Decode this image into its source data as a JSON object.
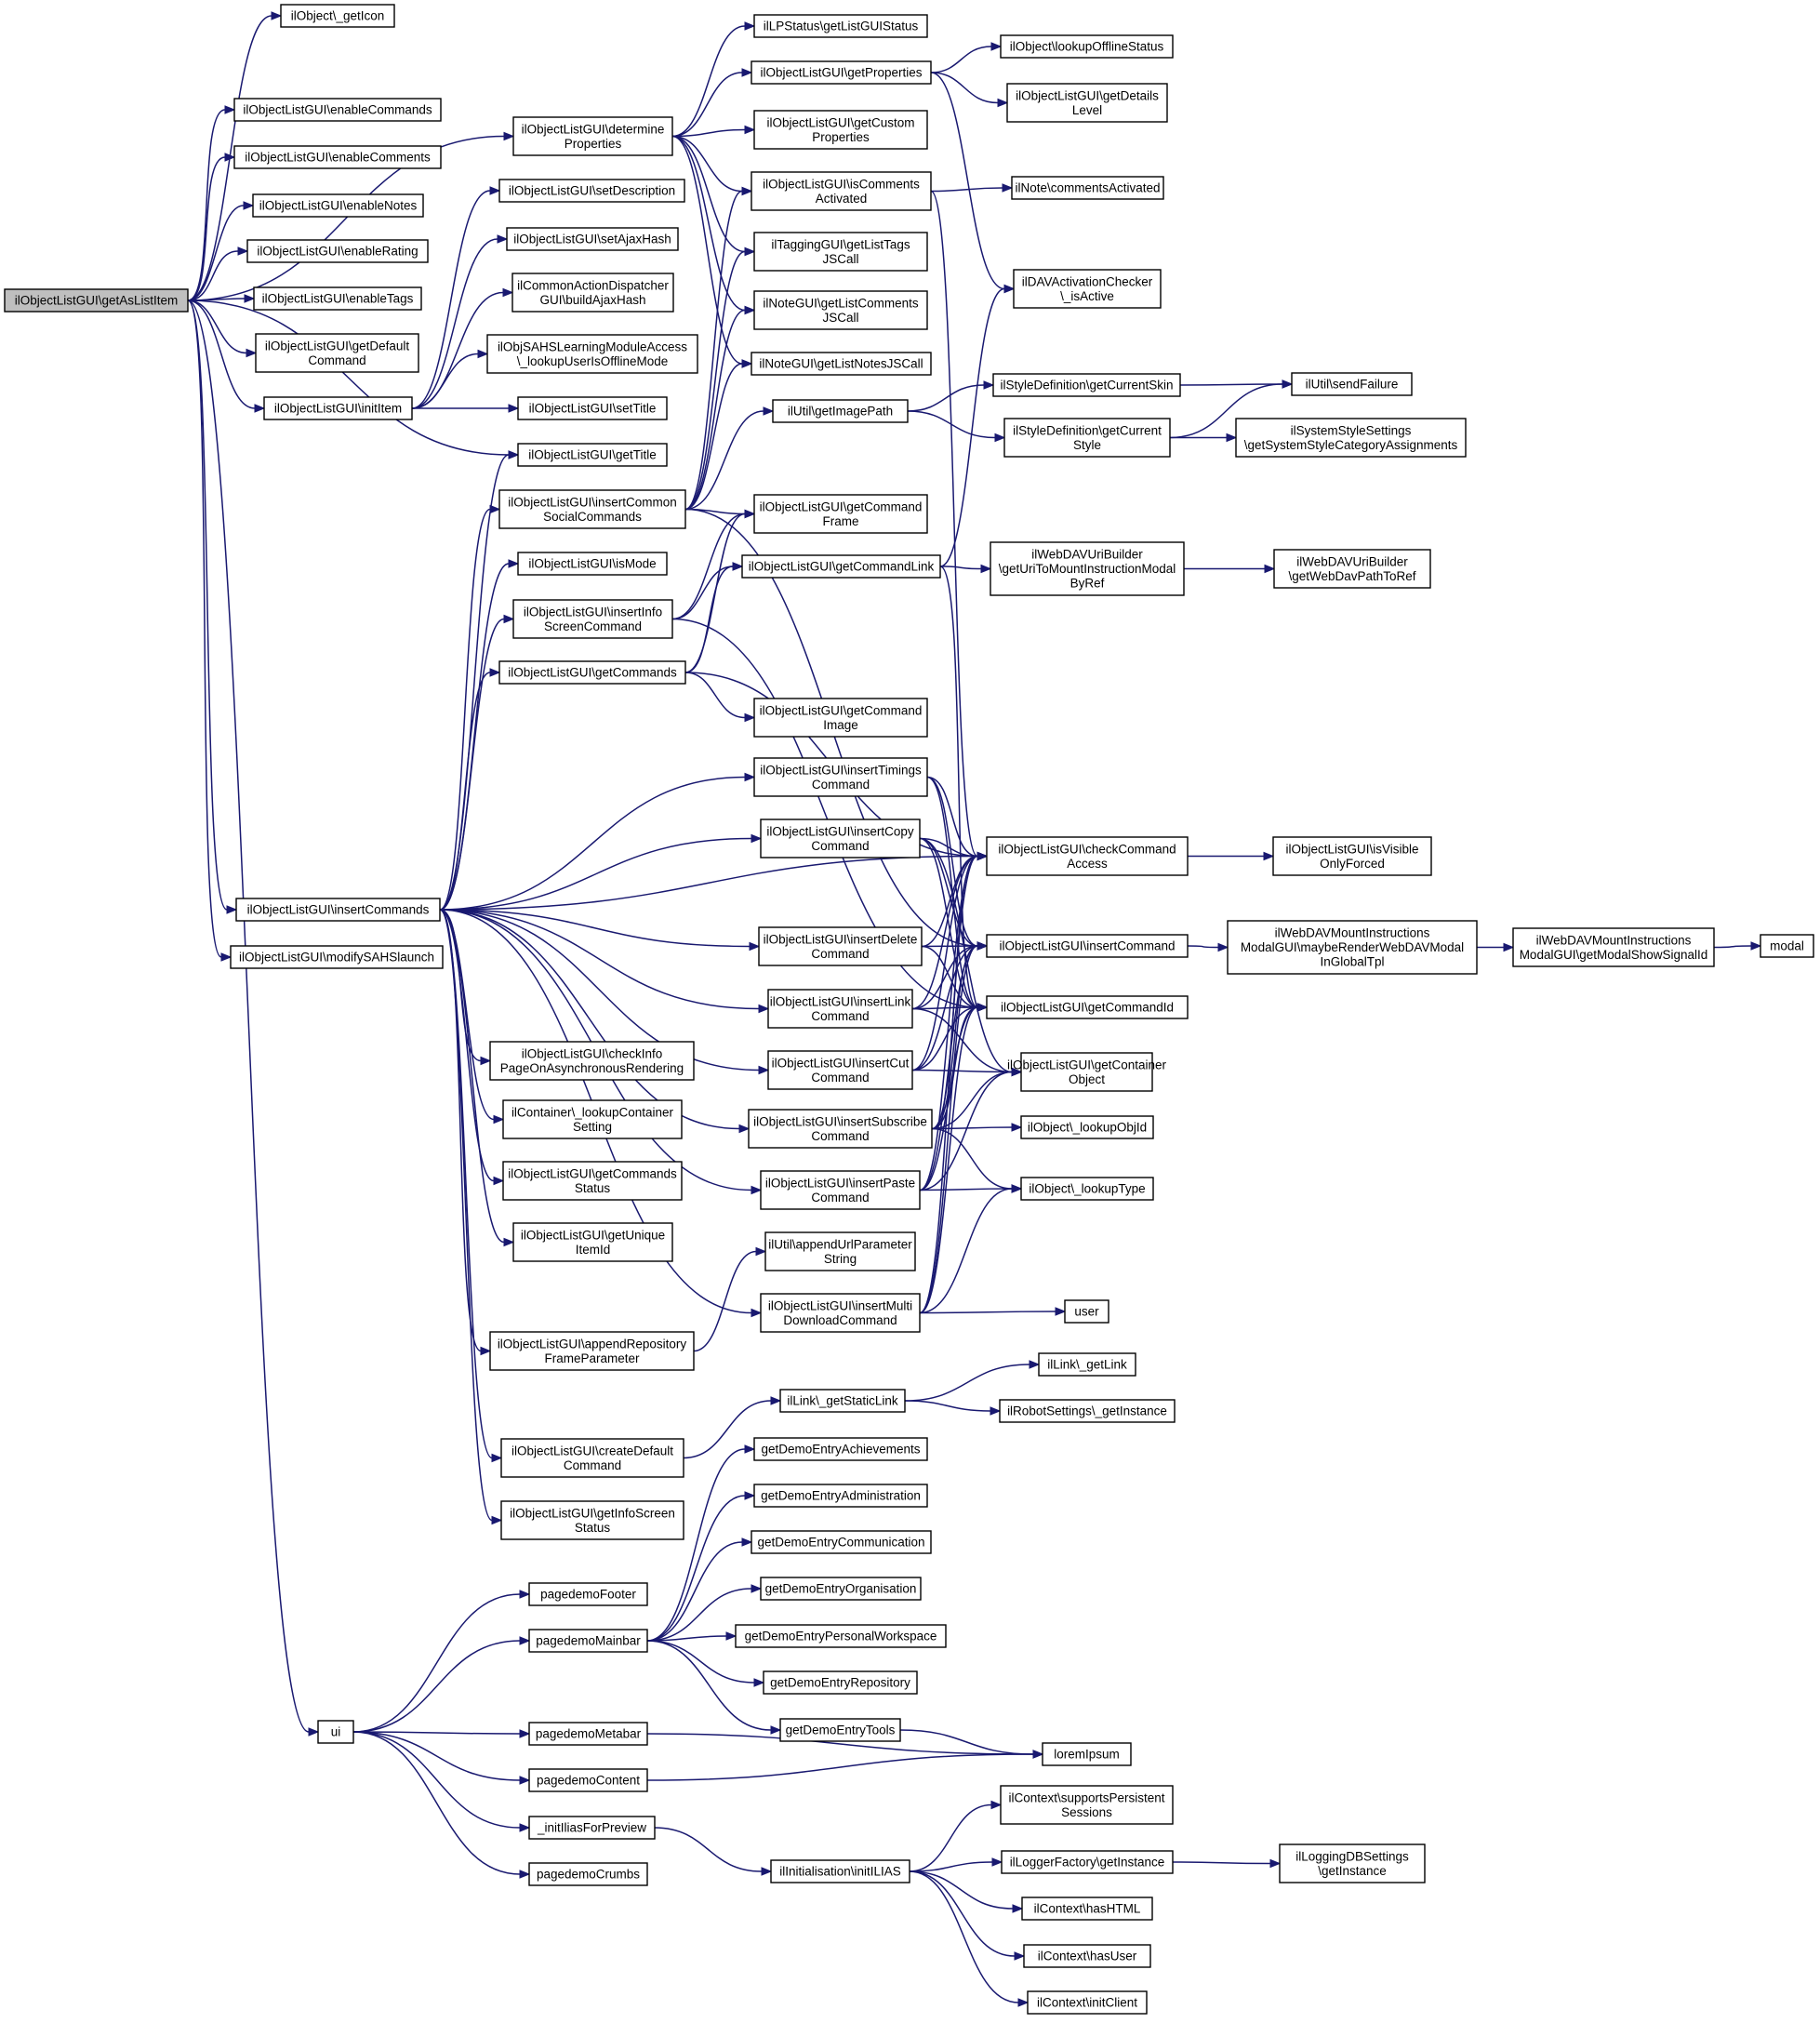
{
  "nodes": [
    {
      "id": "n0",
      "lines": [
        "ilObjectListGUI\\getAsListItem"
      ],
      "root": true
    },
    {
      "id": "n1",
      "lines": [
        "ilObject\\_getIcon"
      ]
    },
    {
      "id": "n2",
      "lines": [
        "ilObjectListGUI\\enableCommands"
      ]
    },
    {
      "id": "n3",
      "lines": [
        "ilObjectListGUI\\enableComments"
      ]
    },
    {
      "id": "n4",
      "lines": [
        "ilObjectListGUI\\enableNotes"
      ]
    },
    {
      "id": "n5",
      "lines": [
        "ilObjectListGUI\\enableRating"
      ]
    },
    {
      "id": "n6",
      "lines": [
        "ilObjectListGUI\\enableTags"
      ]
    },
    {
      "id": "n7",
      "lines": [
        "ilObjectListGUI\\getDefault",
        "Command"
      ]
    },
    {
      "id": "n8",
      "lines": [
        "ilObjectListGUI\\initItem"
      ]
    },
    {
      "id": "n9",
      "lines": [
        "ilObjectListGUI\\insertCommands"
      ]
    },
    {
      "id": "n10",
      "lines": [
        "ilObjectListGUI\\modifySAHSlaunch"
      ]
    },
    {
      "id": "n11",
      "lines": [
        "ui"
      ]
    },
    {
      "id": "n12",
      "lines": [
        "ilObjectListGUI\\determine",
        "Properties"
      ]
    },
    {
      "id": "n13",
      "lines": [
        "ilObjectListGUI\\setDescription"
      ]
    },
    {
      "id": "n14",
      "lines": [
        "ilObjectListGUI\\setAjaxHash"
      ]
    },
    {
      "id": "n15",
      "lines": [
        "ilCommonActionDispatcher",
        "GUI\\buildAjaxHash"
      ]
    },
    {
      "id": "n16",
      "lines": [
        "ilObjSAHSLearningModuleAccess",
        "\\_lookupUserIsOfflineMode"
      ]
    },
    {
      "id": "n17",
      "lines": [
        "ilObjectListGUI\\setTitle"
      ]
    },
    {
      "id": "n18",
      "lines": [
        "ilObjectListGUI\\getTitle"
      ]
    },
    {
      "id": "n19",
      "lines": [
        "ilObjectListGUI\\insertCommon",
        "SocialCommands"
      ]
    },
    {
      "id": "n20",
      "lines": [
        "ilObjectListGUI\\isMode"
      ]
    },
    {
      "id": "n21",
      "lines": [
        "ilObjectListGUI\\insertInfo",
        "ScreenCommand"
      ]
    },
    {
      "id": "n22",
      "lines": [
        "ilObjectListGUI\\getCommands"
      ]
    },
    {
      "id": "n23",
      "lines": [
        "ilObjectListGUI\\checkInfo",
        "PageOnAsynchronousRendering"
      ]
    },
    {
      "id": "n24",
      "lines": [
        "ilContainer\\_lookupContainer",
        "Setting"
      ]
    },
    {
      "id": "n25",
      "lines": [
        "ilObjectListGUI\\getCommands",
        "Status"
      ]
    },
    {
      "id": "n26",
      "lines": [
        "ilObjectListGUI\\getUnique",
        "ItemId"
      ]
    },
    {
      "id": "n27",
      "lines": [
        "ilObjectListGUI\\appendRepository",
        "FrameParameter"
      ]
    },
    {
      "id": "n28",
      "lines": [
        "ilObjectListGUI\\createDefault",
        "Command"
      ]
    },
    {
      "id": "n29",
      "lines": [
        "ilObjectListGUI\\getInfoScreen",
        "Status"
      ]
    },
    {
      "id": "n30",
      "lines": [
        "pagedemoFooter"
      ]
    },
    {
      "id": "n31",
      "lines": [
        "pagedemoMainbar"
      ]
    },
    {
      "id": "n32",
      "lines": [
        "pagedemoMetabar"
      ]
    },
    {
      "id": "n33",
      "lines": [
        "pagedemoContent"
      ]
    },
    {
      "id": "n34",
      "lines": [
        "_initIliasForPreview"
      ]
    },
    {
      "id": "n35",
      "lines": [
        "pagedemoCrumbs"
      ]
    },
    {
      "id": "n36",
      "lines": [
        "ilLPStatus\\getListGUIStatus"
      ]
    },
    {
      "id": "n37",
      "lines": [
        "ilObjectListGUI\\getProperties"
      ]
    },
    {
      "id": "n38",
      "lines": [
        "ilObjectListGUI\\getCustom",
        "Properties"
      ]
    },
    {
      "id": "n39",
      "lines": [
        "ilObjectListGUI\\isComments",
        "Activated"
      ]
    },
    {
      "id": "n40",
      "lines": [
        "ilTaggingGUI\\getListTags",
        "JSCall"
      ]
    },
    {
      "id": "n41",
      "lines": [
        "ilNoteGUI\\getListComments",
        "JSCall"
      ]
    },
    {
      "id": "n42",
      "lines": [
        "ilNoteGUI\\getListNotesJSCall"
      ]
    },
    {
      "id": "n43",
      "lines": [
        "ilUtil\\getImagePath"
      ]
    },
    {
      "id": "n44",
      "lines": [
        "ilObjectListGUI\\getCommand",
        "Frame"
      ]
    },
    {
      "id": "n45",
      "lines": [
        "ilObjectListGUI\\getCommandLink"
      ]
    },
    {
      "id": "n46",
      "lines": [
        "ilObjectListGUI\\getCommand",
        "Image"
      ]
    },
    {
      "id": "n47",
      "lines": [
        "ilObjectListGUI\\insertTimings",
        "Command"
      ]
    },
    {
      "id": "n48",
      "lines": [
        "ilObjectListGUI\\insertCopy",
        "Command"
      ]
    },
    {
      "id": "n49",
      "lines": [
        "ilObjectListGUI\\insertDelete",
        "Command"
      ]
    },
    {
      "id": "n50",
      "lines": [
        "ilObjectListGUI\\insertLink",
        "Command"
      ]
    },
    {
      "id": "n51",
      "lines": [
        "ilObjectListGUI\\insertCut",
        "Command"
      ]
    },
    {
      "id": "n52",
      "lines": [
        "ilObjectListGUI\\insertSubscribe",
        "Command"
      ]
    },
    {
      "id": "n53",
      "lines": [
        "ilObjectListGUI\\insertPaste",
        "Command"
      ]
    },
    {
      "id": "n54",
      "lines": [
        "ilUtil\\appendUrlParameter",
        "String"
      ]
    },
    {
      "id": "n55",
      "lines": [
        "ilObjectListGUI\\insertMulti",
        "DownloadCommand"
      ]
    },
    {
      "id": "n56",
      "lines": [
        "ilLink\\_getStaticLink"
      ]
    },
    {
      "id": "n57",
      "lines": [
        "getDemoEntryAchievements"
      ]
    },
    {
      "id": "n58",
      "lines": [
        "getDemoEntryAdministration"
      ]
    },
    {
      "id": "n59",
      "lines": [
        "getDemoEntryCommunication"
      ]
    },
    {
      "id": "n60",
      "lines": [
        "getDemoEntryOrganisation"
      ]
    },
    {
      "id": "n61",
      "lines": [
        "getDemoEntryPersonalWorkspace"
      ]
    },
    {
      "id": "n62",
      "lines": [
        "getDemoEntryRepository"
      ]
    },
    {
      "id": "n63",
      "lines": [
        "getDemoEntryTools"
      ]
    },
    {
      "id": "n64",
      "lines": [
        "ilInitialisation\\initILIAS"
      ]
    },
    {
      "id": "n65",
      "lines": [
        "ilObject\\lookupOfflineStatus"
      ]
    },
    {
      "id": "n66",
      "lines": [
        "ilObjectListGUI\\getDetails",
        "Level"
      ]
    },
    {
      "id": "n67",
      "lines": [
        "ilNote\\commentsActivated"
      ]
    },
    {
      "id": "n68",
      "lines": [
        "ilDAVActivationChecker",
        "\\_isActive"
      ]
    },
    {
      "id": "n69",
      "lines": [
        "ilStyleDefinition\\getCurrentSkin"
      ]
    },
    {
      "id": "n70",
      "lines": [
        "ilStyleDefinition\\getCurrent",
        "Style"
      ]
    },
    {
      "id": "n71",
      "lines": [
        "ilWebDAVUriBuilder",
        "\\getUriToMountInstructionModal",
        "ByRef"
      ]
    },
    {
      "id": "n72",
      "lines": [
        "ilObjectListGUI\\checkCommand",
        "Access"
      ]
    },
    {
      "id": "n73",
      "lines": [
        "ilObjectListGUI\\insertCommand"
      ]
    },
    {
      "id": "n74",
      "lines": [
        "ilObjectListGUI\\getCommandId"
      ]
    },
    {
      "id": "n75",
      "lines": [
        "ilObjectListGUI\\getContainer",
        "Object"
      ]
    },
    {
      "id": "n76",
      "lines": [
        "ilObject\\_lookupObjId"
      ]
    },
    {
      "id": "n77",
      "lines": [
        "ilObject\\_lookupType"
      ]
    },
    {
      "id": "n78",
      "lines": [
        "user"
      ]
    },
    {
      "id": "n79",
      "lines": [
        "ilLink\\_getLink"
      ]
    },
    {
      "id": "n80",
      "lines": [
        "ilRobotSettings\\_getInstance"
      ]
    },
    {
      "id": "n81",
      "lines": [
        "loremIpsum"
      ]
    },
    {
      "id": "n82",
      "lines": [
        "ilContext\\supportsPersistent",
        "Sessions"
      ]
    },
    {
      "id": "n83",
      "lines": [
        "ilLoggerFactory\\getInstance"
      ]
    },
    {
      "id": "n84",
      "lines": [
        "ilContext\\hasHTML"
      ]
    },
    {
      "id": "n85",
      "lines": [
        "ilContext\\hasUser"
      ]
    },
    {
      "id": "n86",
      "lines": [
        "ilContext\\initClient"
      ]
    },
    {
      "id": "n87",
      "lines": [
        "ilUtil\\sendFailure"
      ]
    },
    {
      "id": "n88",
      "lines": [
        "ilSystemStyleSettings",
        "\\getSystemStyleCategoryAssignments"
      ]
    },
    {
      "id": "n89",
      "lines": [
        "ilWebDAVUriBuilder",
        "\\getWebDavPathToRef"
      ]
    },
    {
      "id": "n90",
      "lines": [
        "ilObjectListGUI\\isVisible",
        "OnlyForced"
      ]
    },
    {
      "id": "n91",
      "lines": [
        "ilWebDAVMountInstructions",
        "ModalGUI\\maybeRenderWebDAVModal",
        "InGlobalTpl"
      ]
    },
    {
      "id": "n92",
      "lines": [
        "ilLoggingDBSettings",
        "\\getInstance"
      ]
    },
    {
      "id": "n93",
      "lines": [
        "ilWebDAVMountInstructions",
        "ModalGUI\\getModalShowSignalId"
      ]
    },
    {
      "id": "n94",
      "lines": [
        "modal"
      ]
    }
  ],
  "edges": [
    [
      "n0",
      "n1"
    ],
    [
      "n0",
      "n2"
    ],
    [
      "n0",
      "n3"
    ],
    [
      "n0",
      "n4"
    ],
    [
      "n0",
      "n5"
    ],
    [
      "n0",
      "n6"
    ],
    [
      "n0",
      "n7"
    ],
    [
      "n0",
      "n8"
    ],
    [
      "n0",
      "n9"
    ],
    [
      "n0",
      "n10"
    ],
    [
      "n0",
      "n11"
    ],
    [
      "n0",
      "n12"
    ],
    [
      "n0",
      "n18"
    ],
    [
      "n8",
      "n13"
    ],
    [
      "n8",
      "n14"
    ],
    [
      "n8",
      "n15"
    ],
    [
      "n8",
      "n16"
    ],
    [
      "n8",
      "n17"
    ],
    [
      "n12",
      "n36"
    ],
    [
      "n12",
      "n37"
    ],
    [
      "n12",
      "n38"
    ],
    [
      "n12",
      "n39"
    ],
    [
      "n12",
      "n40"
    ],
    [
      "n12",
      "n41"
    ],
    [
      "n12",
      "n42"
    ],
    [
      "n37",
      "n65"
    ],
    [
      "n37",
      "n66"
    ],
    [
      "n37",
      "n68"
    ],
    [
      "n39",
      "n67"
    ],
    [
      "n39",
      "n72"
    ],
    [
      "n9",
      "n18"
    ],
    [
      "n9",
      "n19"
    ],
    [
      "n9",
      "n20"
    ],
    [
      "n9",
      "n21"
    ],
    [
      "n9",
      "n22"
    ],
    [
      "n9",
      "n23"
    ],
    [
      "n9",
      "n24"
    ],
    [
      "n9",
      "n25"
    ],
    [
      "n9",
      "n26"
    ],
    [
      "n9",
      "n27"
    ],
    [
      "n9",
      "n28"
    ],
    [
      "n9",
      "n29"
    ],
    [
      "n9",
      "n47"
    ],
    [
      "n9",
      "n48"
    ],
    [
      "n9",
      "n49"
    ],
    [
      "n9",
      "n50"
    ],
    [
      "n9",
      "n51"
    ],
    [
      "n9",
      "n52"
    ],
    [
      "n9",
      "n53"
    ],
    [
      "n9",
      "n55"
    ],
    [
      "n9",
      "n72"
    ],
    [
      "n19",
      "n39"
    ],
    [
      "n19",
      "n40"
    ],
    [
      "n19",
      "n41"
    ],
    [
      "n19",
      "n42"
    ],
    [
      "n19",
      "n43"
    ],
    [
      "n19",
      "n44"
    ],
    [
      "n19",
      "n73"
    ],
    [
      "n21",
      "n44"
    ],
    [
      "n21",
      "n45"
    ],
    [
      "n21",
      "n74"
    ],
    [
      "n22",
      "n44"
    ],
    [
      "n22",
      "n45"
    ],
    [
      "n22",
      "n46"
    ],
    [
      "n22",
      "n72"
    ],
    [
      "n43",
      "n69"
    ],
    [
      "n43",
      "n70"
    ],
    [
      "n69",
      "n87"
    ],
    [
      "n70",
      "n87"
    ],
    [
      "n70",
      "n88"
    ],
    [
      "n45",
      "n71"
    ],
    [
      "n45",
      "n68"
    ],
    [
      "n45",
      "n74"
    ],
    [
      "n71",
      "n89"
    ],
    [
      "n47",
      "n72"
    ],
    [
      "n47",
      "n73"
    ],
    [
      "n47",
      "n74"
    ],
    [
      "n48",
      "n72"
    ],
    [
      "n48",
      "n73"
    ],
    [
      "n48",
      "n74"
    ],
    [
      "n48",
      "n75"
    ],
    [
      "n49",
      "n72"
    ],
    [
      "n49",
      "n73"
    ],
    [
      "n49",
      "n74"
    ],
    [
      "n50",
      "n72"
    ],
    [
      "n50",
      "n73"
    ],
    [
      "n50",
      "n74"
    ],
    [
      "n50",
      "n75"
    ],
    [
      "n51",
      "n72"
    ],
    [
      "n51",
      "n73"
    ],
    [
      "n51",
      "n74"
    ],
    [
      "n51",
      "n75"
    ],
    [
      "n52",
      "n72"
    ],
    [
      "n52",
      "n73"
    ],
    [
      "n52",
      "n74"
    ],
    [
      "n52",
      "n75"
    ],
    [
      "n52",
      "n76"
    ],
    [
      "n52",
      "n77"
    ],
    [
      "n53",
      "n72"
    ],
    [
      "n53",
      "n73"
    ],
    [
      "n53",
      "n74"
    ],
    [
      "n53",
      "n75"
    ],
    [
      "n53",
      "n77"
    ],
    [
      "n55",
      "n72"
    ],
    [
      "n55",
      "n73"
    ],
    [
      "n55",
      "n74"
    ],
    [
      "n55",
      "n77"
    ],
    [
      "n55",
      "n78"
    ],
    [
      "n72",
      "n90"
    ],
    [
      "n73",
      "n91"
    ],
    [
      "n91",
      "n93"
    ],
    [
      "n93",
      "n94"
    ],
    [
      "n27",
      "n54"
    ],
    [
      "n28",
      "n56"
    ],
    [
      "n56",
      "n79"
    ],
    [
      "n56",
      "n80"
    ],
    [
      "n11",
      "n30"
    ],
    [
      "n11",
      "n31"
    ],
    [
      "n11",
      "n32"
    ],
    [
      "n11",
      "n33"
    ],
    [
      "n11",
      "n34"
    ],
    [
      "n11",
      "n35"
    ],
    [
      "n31",
      "n57"
    ],
    [
      "n31",
      "n58"
    ],
    [
      "n31",
      "n59"
    ],
    [
      "n31",
      "n60"
    ],
    [
      "n31",
      "n61"
    ],
    [
      "n31",
      "n62"
    ],
    [
      "n31",
      "n63"
    ],
    [
      "n32",
      "n81"
    ],
    [
      "n33",
      "n81"
    ],
    [
      "n63",
      "n81"
    ],
    [
      "n34",
      "n64"
    ],
    [
      "n64",
      "n82"
    ],
    [
      "n64",
      "n83"
    ],
    [
      "n64",
      "n84"
    ],
    [
      "n64",
      "n85"
    ],
    [
      "n64",
      "n86"
    ],
    [
      "n83",
      "n92"
    ]
  ]
}
